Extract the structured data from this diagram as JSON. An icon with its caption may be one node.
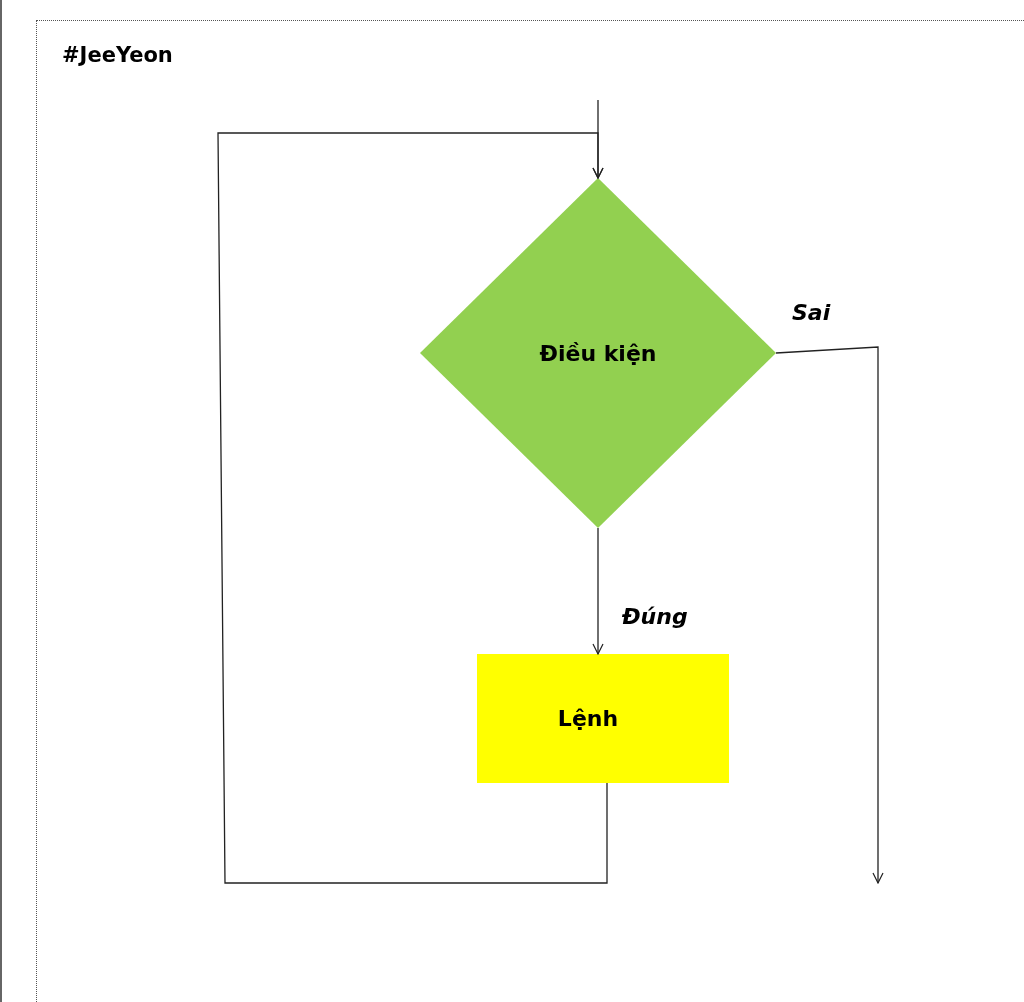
{
  "diagram": {
    "nodes": [
      {
        "text": [
          "Điều kiện"
        ]
      },
      {
        "text": [
          "Lệnh"
        ]
      }
    ],
    "edges": [
      {
        "from": null,
        "to": 0,
        "arrow": "to"
      },
      {
        "from": 0,
        "to": 1,
        "arrow": "to",
        "label": "Đúng"
      },
      {
        "from": 0,
        "to": null,
        "arrow": "to",
        "label": "Sai"
      },
      {
        "from": 1,
        "to": 0,
        "arrow": "to"
      }
    ],
    "labels": [
      "#JeeYeon"
    ]
  }
}
